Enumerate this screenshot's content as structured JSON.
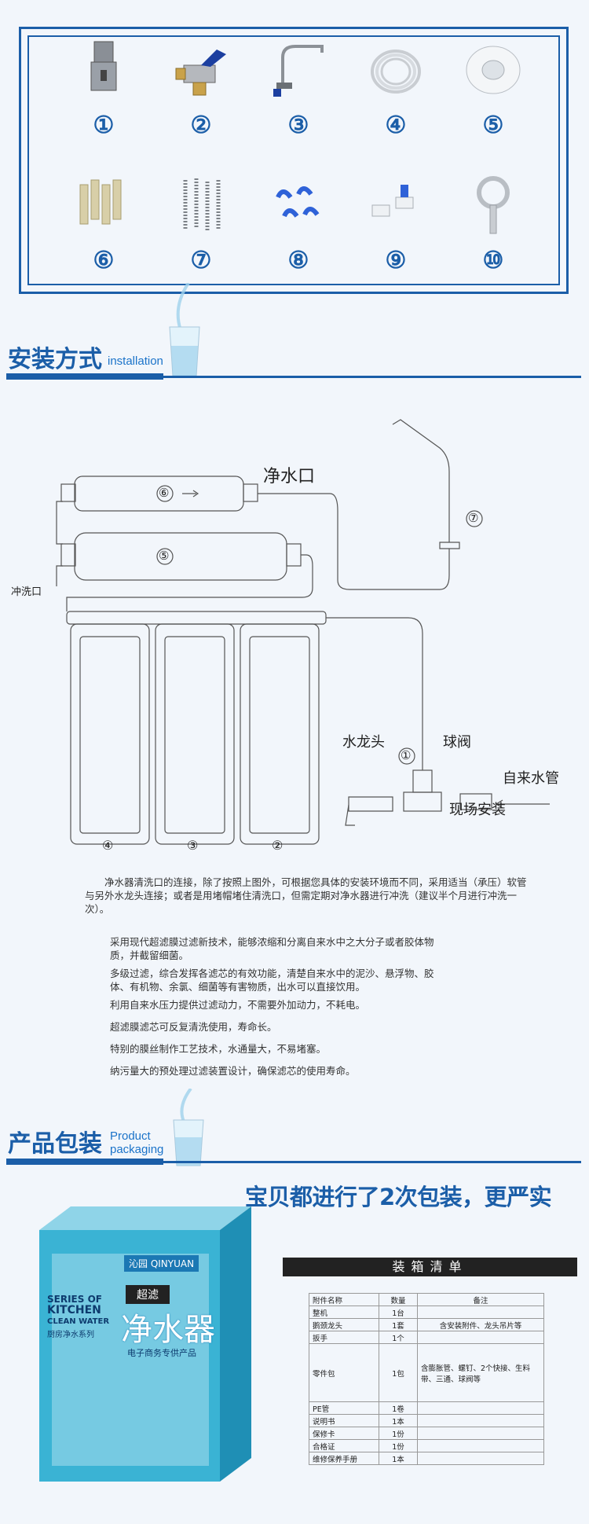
{
  "accessories": [
    {
      "num": "①",
      "icon": "hex-socket-adapter"
    },
    {
      "num": "②",
      "icon": "ball-valve"
    },
    {
      "num": "③",
      "icon": "gooseneck-faucet"
    },
    {
      "num": "④",
      "icon": "pe-tube-coil"
    },
    {
      "num": "⑤",
      "icon": "thread-seal-tape"
    },
    {
      "num": "⑥",
      "icon": "wall-plugs"
    },
    {
      "num": "⑦",
      "icon": "screws"
    },
    {
      "num": "⑧",
      "icon": "tube-clips"
    },
    {
      "num": "⑨",
      "icon": "quick-connectors"
    },
    {
      "num": "⑩",
      "icon": "filter-wrench"
    }
  ],
  "install": {
    "title": "安装方式",
    "subtitle": "installation",
    "labels": {
      "clean_outlet": "净水口",
      "flush_port": "冲洗口",
      "faucet": "水龙头",
      "ball_valve": "球阀",
      "tap_water": "自来水管",
      "onsite": "现场安装",
      "n1": "①",
      "n2": "②",
      "n3": "③",
      "n4": "④",
      "n5": "⑤",
      "n6": "⑥",
      "n7": "⑦"
    },
    "note": "净水器清洗口的连接，除了按照上图外，可根据您具体的安装环境而不同，采用适当（承压）软管与另外水龙头连接；或者是用堵帽堵住清洗口，但需定期对净水器进行冲洗（建议半个月进行冲洗一次）。",
    "features": [
      "采用现代超滤膜过滤新技术，能够浓缩和分离自来水中之大分子或者胶体物质，并截留细菌。",
      "多级过滤，综合发挥各滤芯的有效功能，清楚自来水中的泥沙、悬浮物、胶体、有机物、余氯、细菌等有害物质，出水可以直接饮用。",
      "利用自来水压力提供过滤动力，不需要外加动力，不耗电。",
      "超滤膜滤芯可反复清洗使用，寿命长。",
      "特别的膜丝制作工艺技术，水通量大，不易堵塞。",
      "纳污量大的预处理过滤装置设计，确保滤芯的使用寿命。"
    ]
  },
  "packaging": {
    "title": "产品包装",
    "subtitle_line1": "Product",
    "subtitle_line2": "packaging",
    "headline": "宝贝都进行了2次包装，更严实",
    "box": {
      "brand": "沁园 QINYUAN",
      "series_en_1": "SERIES OF",
      "series_en_2": "KITCHEN",
      "series_en_3": "CLEAN WATER",
      "series_cn": "厨房净水系列",
      "tag": "超滤",
      "product": "净水器",
      "channel": "电子商务专供产品"
    },
    "list_title": "装箱清单",
    "list_headers": [
      "附件名称",
      "数量",
      "备注"
    ],
    "list_rows": [
      [
        "整机",
        "1台",
        ""
      ],
      [
        "鹅颈龙头",
        "1套",
        "含安装附件、龙头吊片等"
      ],
      [
        "扳手",
        "1个",
        ""
      ],
      [
        "零件包",
        "1包",
        "含膨胀管、螺钉、2个快接、生料带、三通、球阀等"
      ],
      [
        "PE管",
        "1卷",
        ""
      ],
      [
        "说明书",
        "1本",
        ""
      ],
      [
        "保修卡",
        "1份",
        ""
      ],
      [
        "合格证",
        "1份",
        ""
      ],
      [
        "维修保养手册",
        "1本",
        ""
      ]
    ]
  }
}
